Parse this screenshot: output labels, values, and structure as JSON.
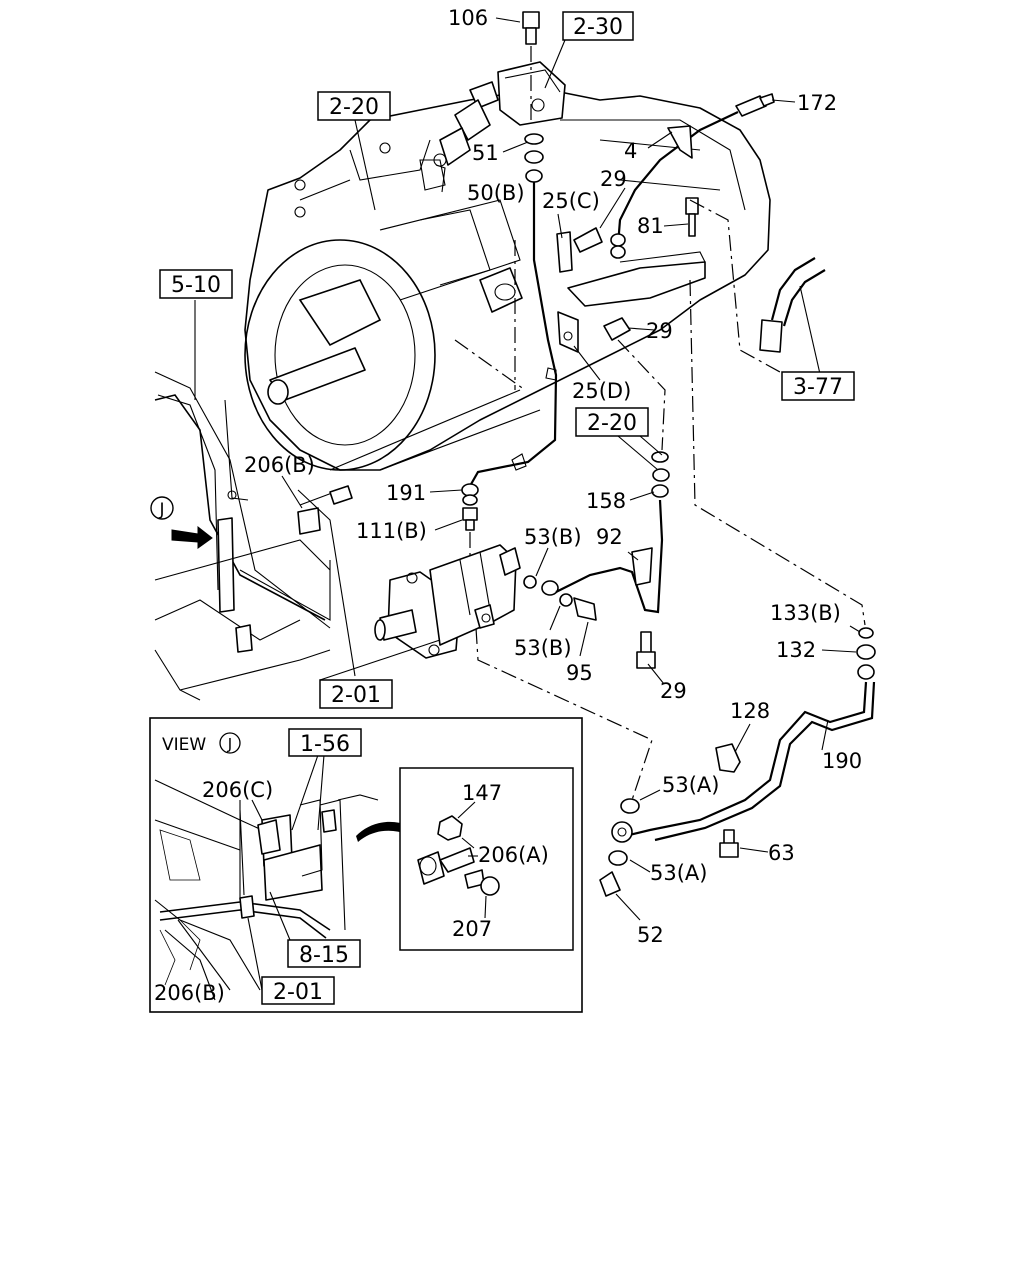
{
  "diagram": {
    "callouts": {
      "c106": "106",
      "c172": "172",
      "c4": "4",
      "c51": "51",
      "c50b": "50(B)",
      "c29a": "29",
      "c25c": "25(C)",
      "c81": "81",
      "c29b": "29",
      "c25d": "25(D)",
      "c191": "191",
      "c158": "158",
      "c206b": "206(B)",
      "c111b": "111(B)",
      "c53b1": "53(B)",
      "c92": "92",
      "c133b": "133(B)",
      "c132": "132",
      "c53b2": "53(B)",
      "c95": "95",
      "c29c": "29",
      "c128": "128",
      "c190": "190",
      "c53a1": "53(A)",
      "c63": "63",
      "c53a2": "53(A)",
      "c52": "52"
    },
    "refs": {
      "r230": "2-30",
      "r220a": "2-20",
      "r510": "5-10",
      "r220b": "2-20",
      "r377": "3-77",
      "r201a": "2-01"
    },
    "view_j": {
      "letter": "J",
      "title_prefix": "VIEW",
      "title_letter": "J",
      "callouts": {
        "c206c": "206(C)",
        "c206b": "206(B)",
        "c147": "147",
        "c206a": "206(A)",
        "c207": "207"
      },
      "refs": {
        "r156": "1-56",
        "r815": "8-15",
        "r201": "2-01"
      }
    }
  }
}
